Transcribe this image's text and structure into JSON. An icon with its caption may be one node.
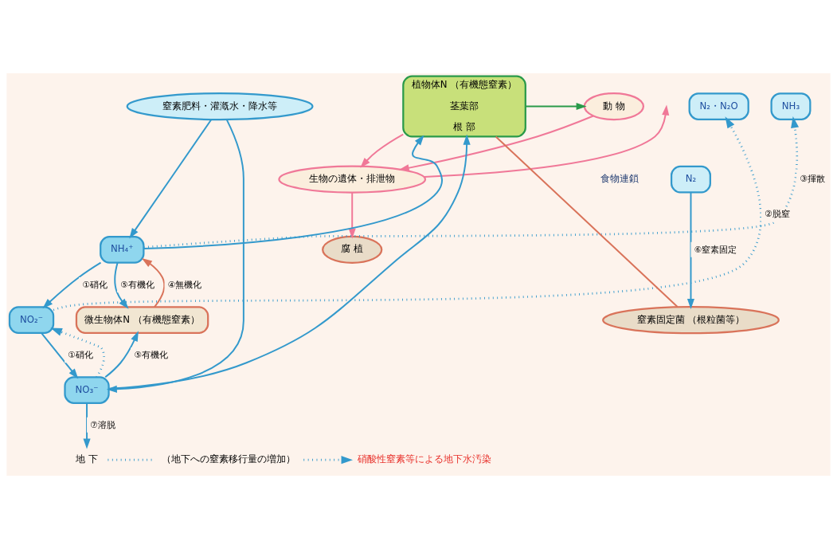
{
  "diagram": {
    "nodes": [
      {
        "text": [
          "窒素肥料・灌漑水・降水等"
        ]
      },
      {
        "text": [
          "動 物"
        ]
      },
      {
        "text": [
          "植物体N （有機態窒素）",
          "茎葉部",
          "根 部"
        ]
      },
      {
        "text": [
          "N₂"
        ]
      },
      {
        "text": [
          "生物の遺体・排泄物"
        ]
      },
      {
        "text": [
          "腐 植"
        ]
      },
      {
        "text": [
          "N₂・N₂O"
        ]
      },
      {
        "text": [
          "NH₃"
        ]
      },
      {
        "text": [
          "NH₄⁺"
        ]
      },
      {
        "text": [
          "NO₂⁻"
        ]
      },
      {
        "text": [
          "NO₃⁻"
        ]
      },
      {
        "text": [
          "微生物体N （有機態窒素）"
        ]
      },
      {
        "text": [
          "窒素固定菌 （根粒菌等）"
        ]
      },
      {
        "text": [
          "地 下"
        ]
      },
      {
        "text": [
          "（地下への窒素移行量の増加）"
        ]
      },
      {
        "text": [
          "硝酸性窒素等による地下水汚染"
        ]
      }
    ],
    "edges": [
      {
        "from": 0,
        "to": 8,
        "arrow": "to"
      },
      {
        "from": 0,
        "to": 10,
        "arrow": "to"
      },
      {
        "from": 2,
        "to": 1,
        "arrow": "to",
        "color": "#2a9a4a"
      },
      {
        "from": 1,
        "to": 4,
        "arrow": "to",
        "color": "#f07898"
      },
      {
        "from": 2,
        "to": 4,
        "arrow": "to",
        "color": "#f07898"
      },
      {
        "from": 4,
        "to": null,
        "arrow": "to",
        "color": "#f07898"
      },
      {
        "from": 4,
        "to": 5,
        "arrow": "to",
        "color": "#f07898"
      },
      {
        "from": 3,
        "to": 12,
        "arrow": "to",
        "label": "⑥窒素固定"
      },
      {
        "from": 12,
        "to": 2,
        "arrow": "none",
        "color": "#d9735a"
      },
      {
        "from": 8,
        "to": 7,
        "arrow": "to",
        "style": "dashed",
        "label": "③揮散"
      },
      {
        "from": 9,
        "to": 6,
        "arrow": "to",
        "style": "dashed",
        "label": "②脱窒"
      },
      {
        "from": 8,
        "to": 9,
        "arrow": "to",
        "label": "①硝化"
      },
      {
        "from": 9,
        "to": 10,
        "arrow": "to",
        "label": "①硝化"
      },
      {
        "from": 10,
        "to": 9,
        "arrow": "to",
        "style": "dashed"
      },
      {
        "from": 11,
        "to": 8,
        "arrow": "to",
        "color": "#d9735a",
        "label": "④無機化"
      },
      {
        "from": 8,
        "to": 11,
        "arrow": "to",
        "label": "⑤有機化"
      },
      {
        "from": 10,
        "to": 11,
        "arrow": "to",
        "label": "⑤有機化"
      },
      {
        "from": 8,
        "to": 2,
        "arrow": "to"
      },
      {
        "from": 10,
        "to": 2,
        "arrow": "to"
      },
      {
        "from": 10,
        "to": 13,
        "arrow": "to",
        "label": "⑦溶脱"
      },
      {
        "from": 13,
        "to": 14,
        "arrow": "none",
        "style": "dashed"
      },
      {
        "from": 14,
        "to": 15,
        "arrow": "to",
        "style": "dashed"
      }
    ],
    "labels": [
      "食物連鎖"
    ]
  }
}
